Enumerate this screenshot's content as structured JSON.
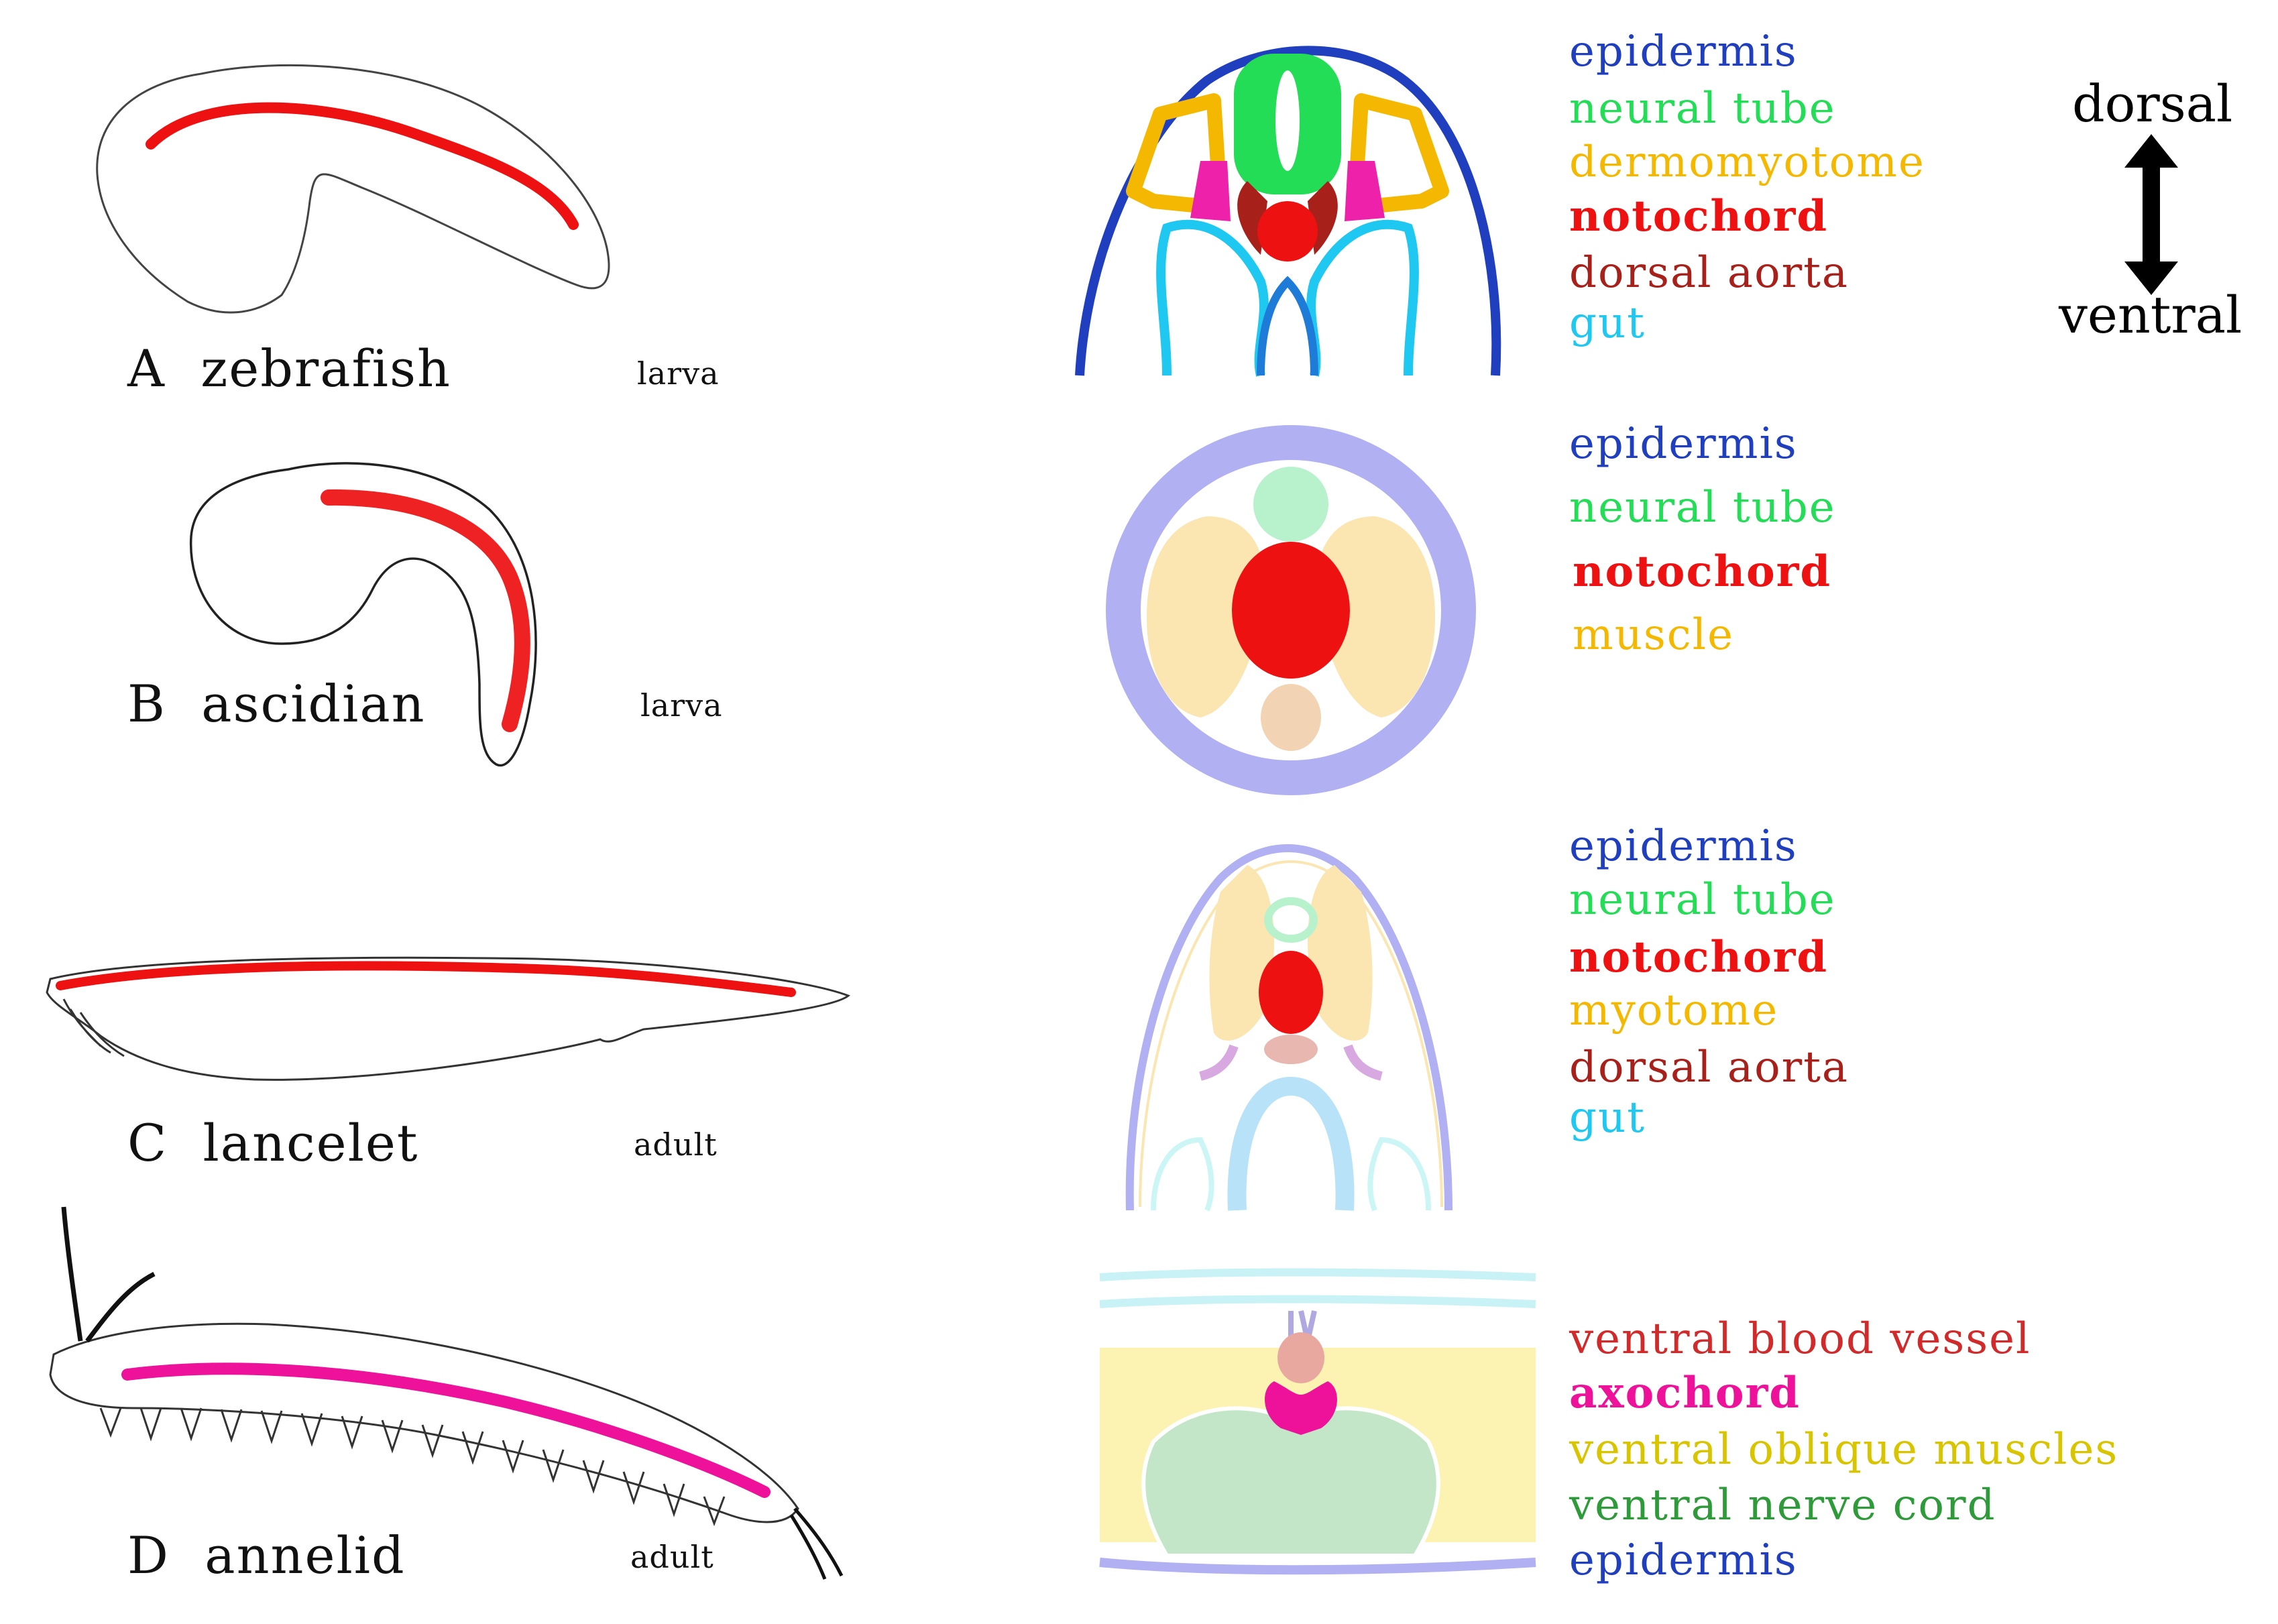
{
  "colors": {
    "epidermis": "#1f3fbf",
    "neural_tube": "#22dd55",
    "dermomyotome": "#f5b800",
    "notochord": "#ee1111",
    "dorsal_aorta": "#a8201a",
    "gut": "#1ec8f0",
    "muscle": "#f2c75c",
    "axochord": "#ee1199",
    "ventral_blood_vessel": "#d02a2a",
    "ventral_oblique_muscles": "#d9c400",
    "ventral_nerve_cord": "#2e9a3a"
  },
  "panels": [
    {
      "letter": "A",
      "organism": "zebrafish",
      "stage": "larva",
      "legend": [
        {
          "text": "epidermis",
          "color": "#1f3fbf",
          "bold": false
        },
        {
          "text": "neural tube",
          "color": "#22dd55",
          "bold": false
        },
        {
          "text": "dermomyotome",
          "color": "#f5b800",
          "bold": false
        },
        {
          "text": "notochord",
          "color": "#ee1111",
          "bold": true
        },
        {
          "text": "dorsal aorta",
          "color": "#a8201a",
          "bold": false
        },
        {
          "text": "gut",
          "color": "#1ec8f0",
          "bold": false
        }
      ]
    },
    {
      "letter": "B",
      "organism": "ascidian",
      "stage": "larva",
      "legend": [
        {
          "text": "epidermis",
          "color": "#1f3fbf",
          "bold": false
        },
        {
          "text": "neural tube",
          "color": "#22dd55",
          "bold": false
        },
        {
          "text": "notochord",
          "color": "#ee1111",
          "bold": true
        },
        {
          "text": "muscle",
          "color": "#f5b800",
          "bold": false
        }
      ]
    },
    {
      "letter": "C",
      "organism": "lancelet",
      "stage": "adult",
      "legend": [
        {
          "text": "epidermis",
          "color": "#1f3fbf",
          "bold": false
        },
        {
          "text": "neural tube",
          "color": "#22dd55",
          "bold": false
        },
        {
          "text": "notochord",
          "color": "#ee1111",
          "bold": true
        },
        {
          "text": "myotome",
          "color": "#f5b800",
          "bold": false
        },
        {
          "text": "dorsal aorta",
          "color": "#a8201a",
          "bold": false
        },
        {
          "text": "gut",
          "color": "#1ec8f0",
          "bold": false
        }
      ]
    },
    {
      "letter": "D",
      "organism": "annelid",
      "stage": "adult",
      "legend": [
        {
          "text": "ventral blood vessel",
          "color": "#d02a2a",
          "bold": false
        },
        {
          "text": "axochord",
          "color": "#ee1199",
          "bold": true
        },
        {
          "text": "ventral oblique muscles",
          "color": "#d9c400",
          "bold": false
        },
        {
          "text": "ventral nerve cord",
          "color": "#2e9a3a",
          "bold": false
        },
        {
          "text": "epidermis",
          "color": "#1f3fbf",
          "bold": false
        }
      ]
    }
  ],
  "orientation": {
    "top": "dorsal",
    "bottom": "ventral"
  }
}
